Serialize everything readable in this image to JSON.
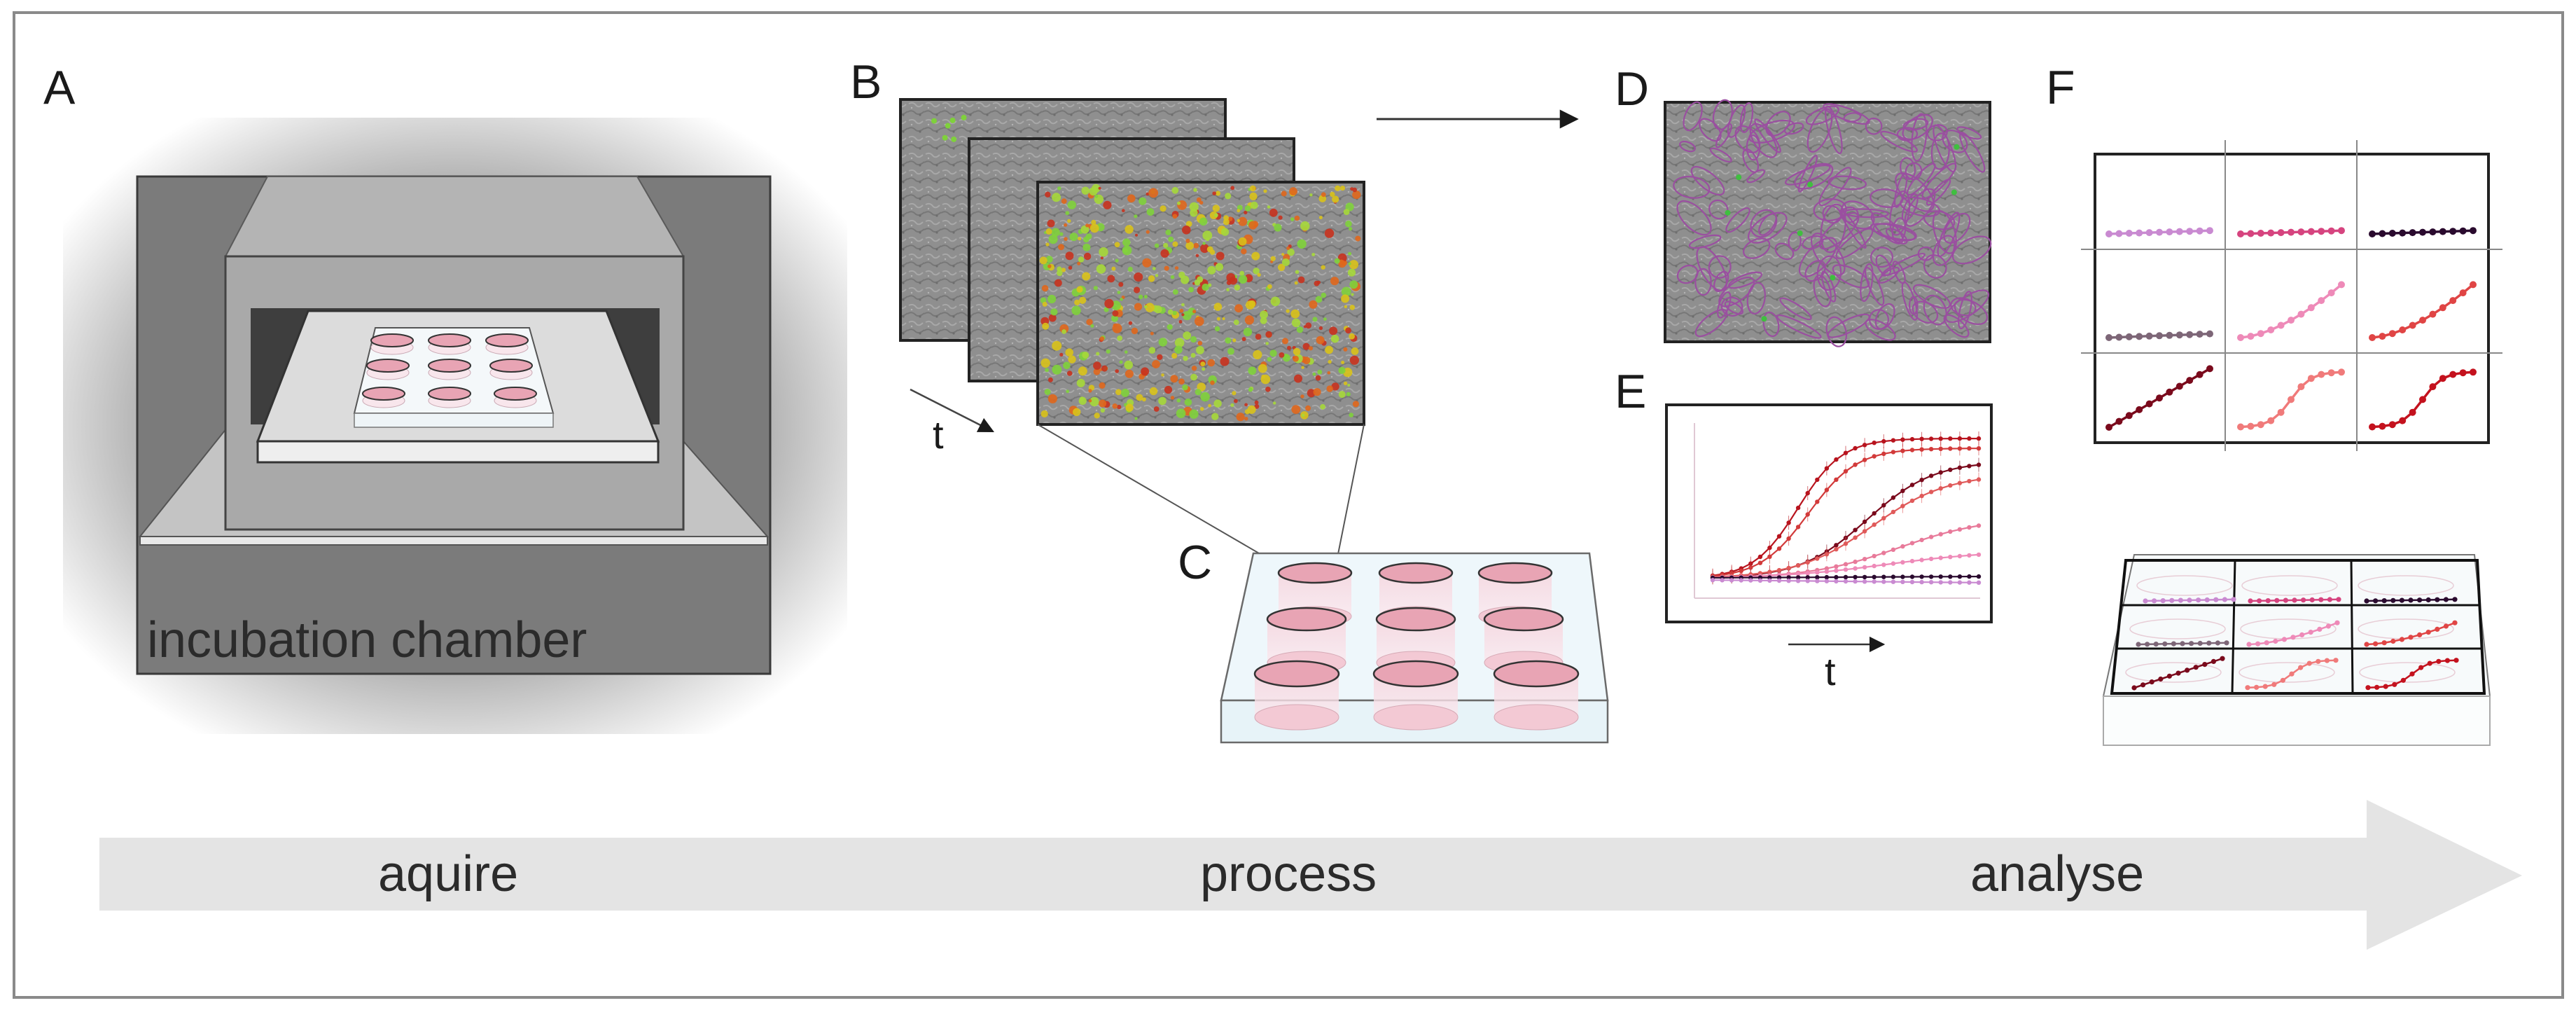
{
  "panels": {
    "a": "A",
    "b": "B",
    "c": "C",
    "d": "D",
    "e": "E",
    "f": "F"
  },
  "incubator": {
    "label": "incubation chamber"
  },
  "axes": {
    "time_b": "t",
    "time_e": "t"
  },
  "workflow": {
    "steps": [
      "aquire",
      "process",
      "analyse"
    ],
    "arrow_color": "#e4e4e4"
  },
  "plate": {
    "rows": 3,
    "cols": 3,
    "medium_color": "#e8a4b4"
  },
  "colors": {
    "well_curves": [
      "#c98ad1",
      "#d6447f",
      "#2a0a2e",
      "#7d6677",
      "#ee8ab8",
      "#e04545",
      "#7a0a1c",
      "#f07a7a",
      "#c4121e"
    ],
    "segmentation_outline": "#9a4fa0",
    "image_gray": "#8c8c8c"
  }
}
